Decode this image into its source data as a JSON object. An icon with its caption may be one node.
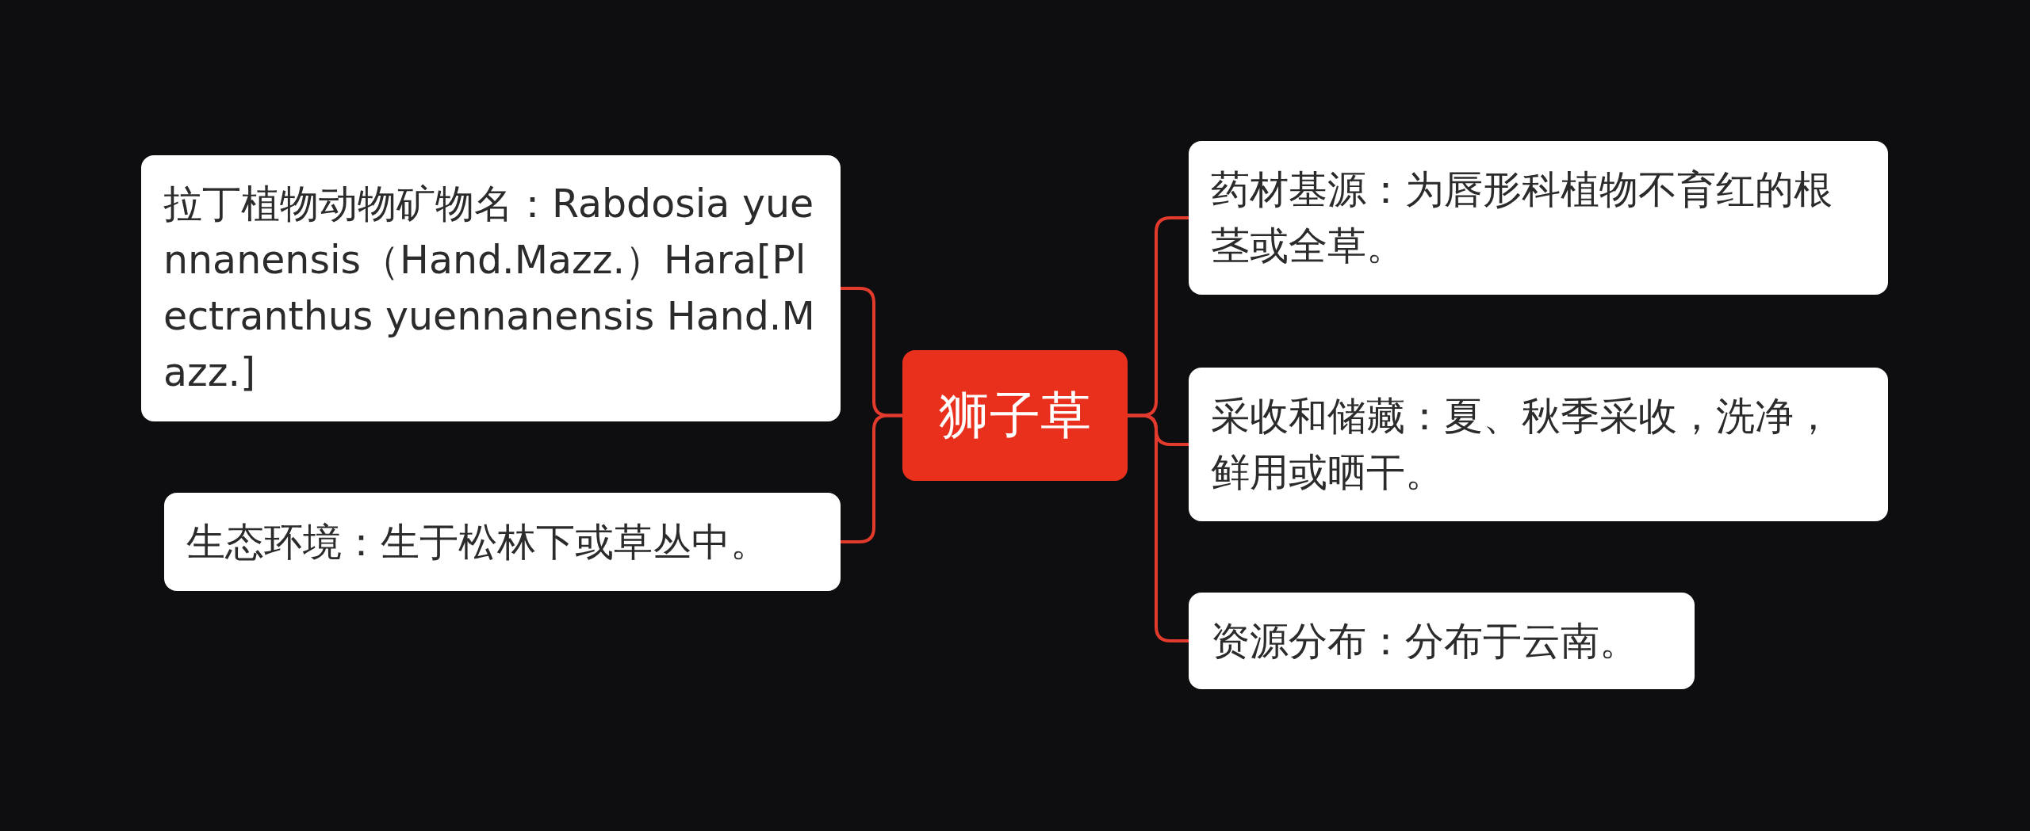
{
  "diagram": {
    "nodes": [
      {
        "text": [
          "狮子草"
        ]
      },
      {
        "text": [
          "拉丁植物动物矿物名：Rabdosia yuennanensis（Hand.Mazz.）Hara[Plectranthus yuennanensis Hand.Mazz.]"
        ]
      },
      {
        "text": [
          "生态环境：生于松林下或草丛中。"
        ]
      },
      {
        "text": [
          "药材基源：为唇形科植物不育红的根茎或全草。"
        ]
      },
      {
        "text": [
          "采收和储藏：夏、秋季采收，洗净，鲜用或晒干。"
        ]
      },
      {
        "text": [
          "资源分布：分布于云南。"
        ]
      }
    ],
    "edges": [
      {
        "from": 0,
        "to": 1,
        "arrow": "none"
      },
      {
        "from": 0,
        "to": 2,
        "arrow": "none"
      },
      {
        "from": 0,
        "to": 3,
        "arrow": "none"
      },
      {
        "from": 0,
        "to": 4,
        "arrow": "none"
      },
      {
        "from": 0,
        "to": 5,
        "arrow": "none"
      }
    ]
  }
}
